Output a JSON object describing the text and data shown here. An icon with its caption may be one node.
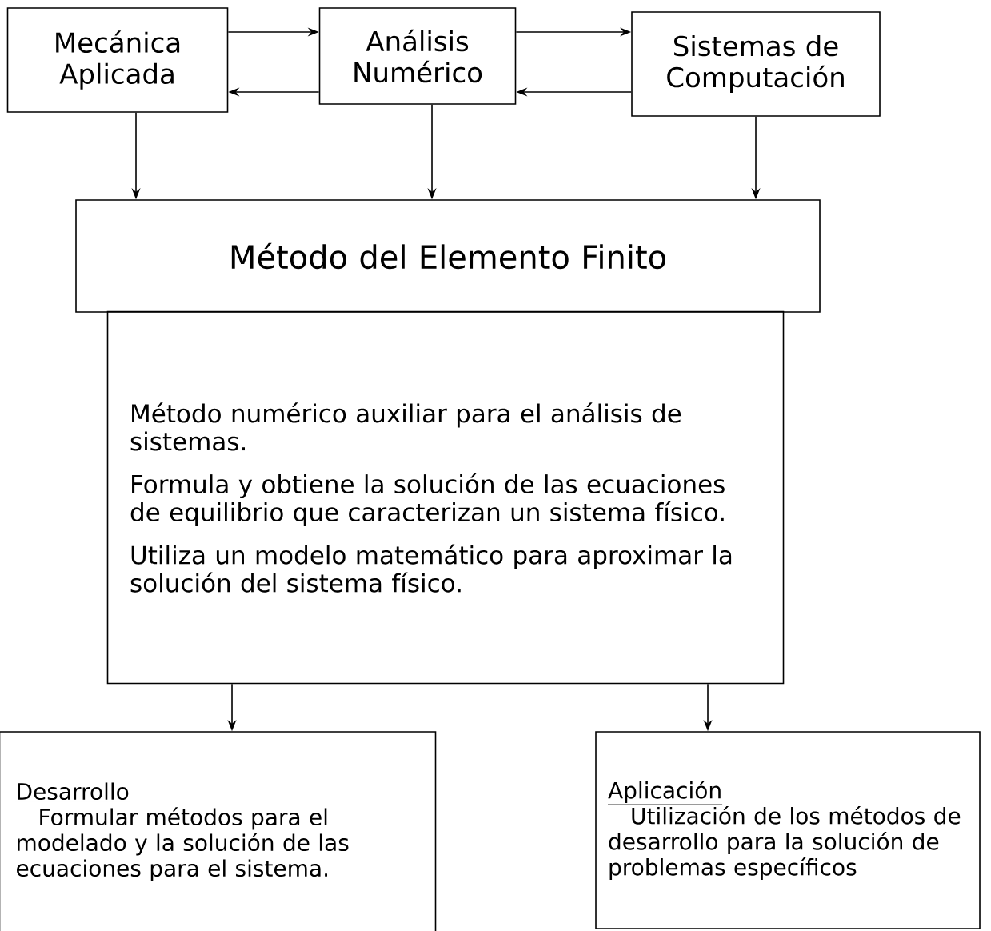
{
  "diagram": {
    "nodes": [
      {
        "text": [
          "Mecánica Aplicada"
        ]
      },
      {
        "text": [
          "Análisis Numérico"
        ]
      },
      {
        "text": [
          "Sistemas de Computación"
        ]
      },
      {
        "text": [
          "Método del Elemento Finito"
        ]
      },
      {
        "text": [
          "Método numérico auxiliar para el análisis de sistemas.",
          "Formula y obtiene la solución de las ecuaciones de equilibrio que caracterizan un sistema físico.",
          "Utiliza un modelo matemático para aproximar la solución del sistema físico."
        ]
      },
      {
        "text": [
          "Desarrollo",
          "Formular métodos para el modelado y la solución de las ecuaciones para el sistema."
        ]
      },
      {
        "text": [
          "Aplicación",
          "Utilización de los métodos de desarrollo para la solución de problemas específicos"
        ]
      }
    ],
    "edges": [
      {
        "from": 0,
        "to": 1,
        "arrow": "to"
      },
      {
        "from": 1,
        "to": 0,
        "arrow": "to"
      },
      {
        "from": 1,
        "to": 2,
        "arrow": "to"
      },
      {
        "from": 2,
        "to": 1,
        "arrow": "to"
      },
      {
        "from": 0,
        "to": 3,
        "arrow": "to"
      },
      {
        "from": 1,
        "to": 3,
        "arrow": "to"
      },
      {
        "from": 2,
        "to": 3,
        "arrow": "to"
      },
      {
        "from": 4,
        "to": 5,
        "arrow": "to"
      },
      {
        "from": 4,
        "to": 6,
        "arrow": "to"
      }
    ]
  }
}
